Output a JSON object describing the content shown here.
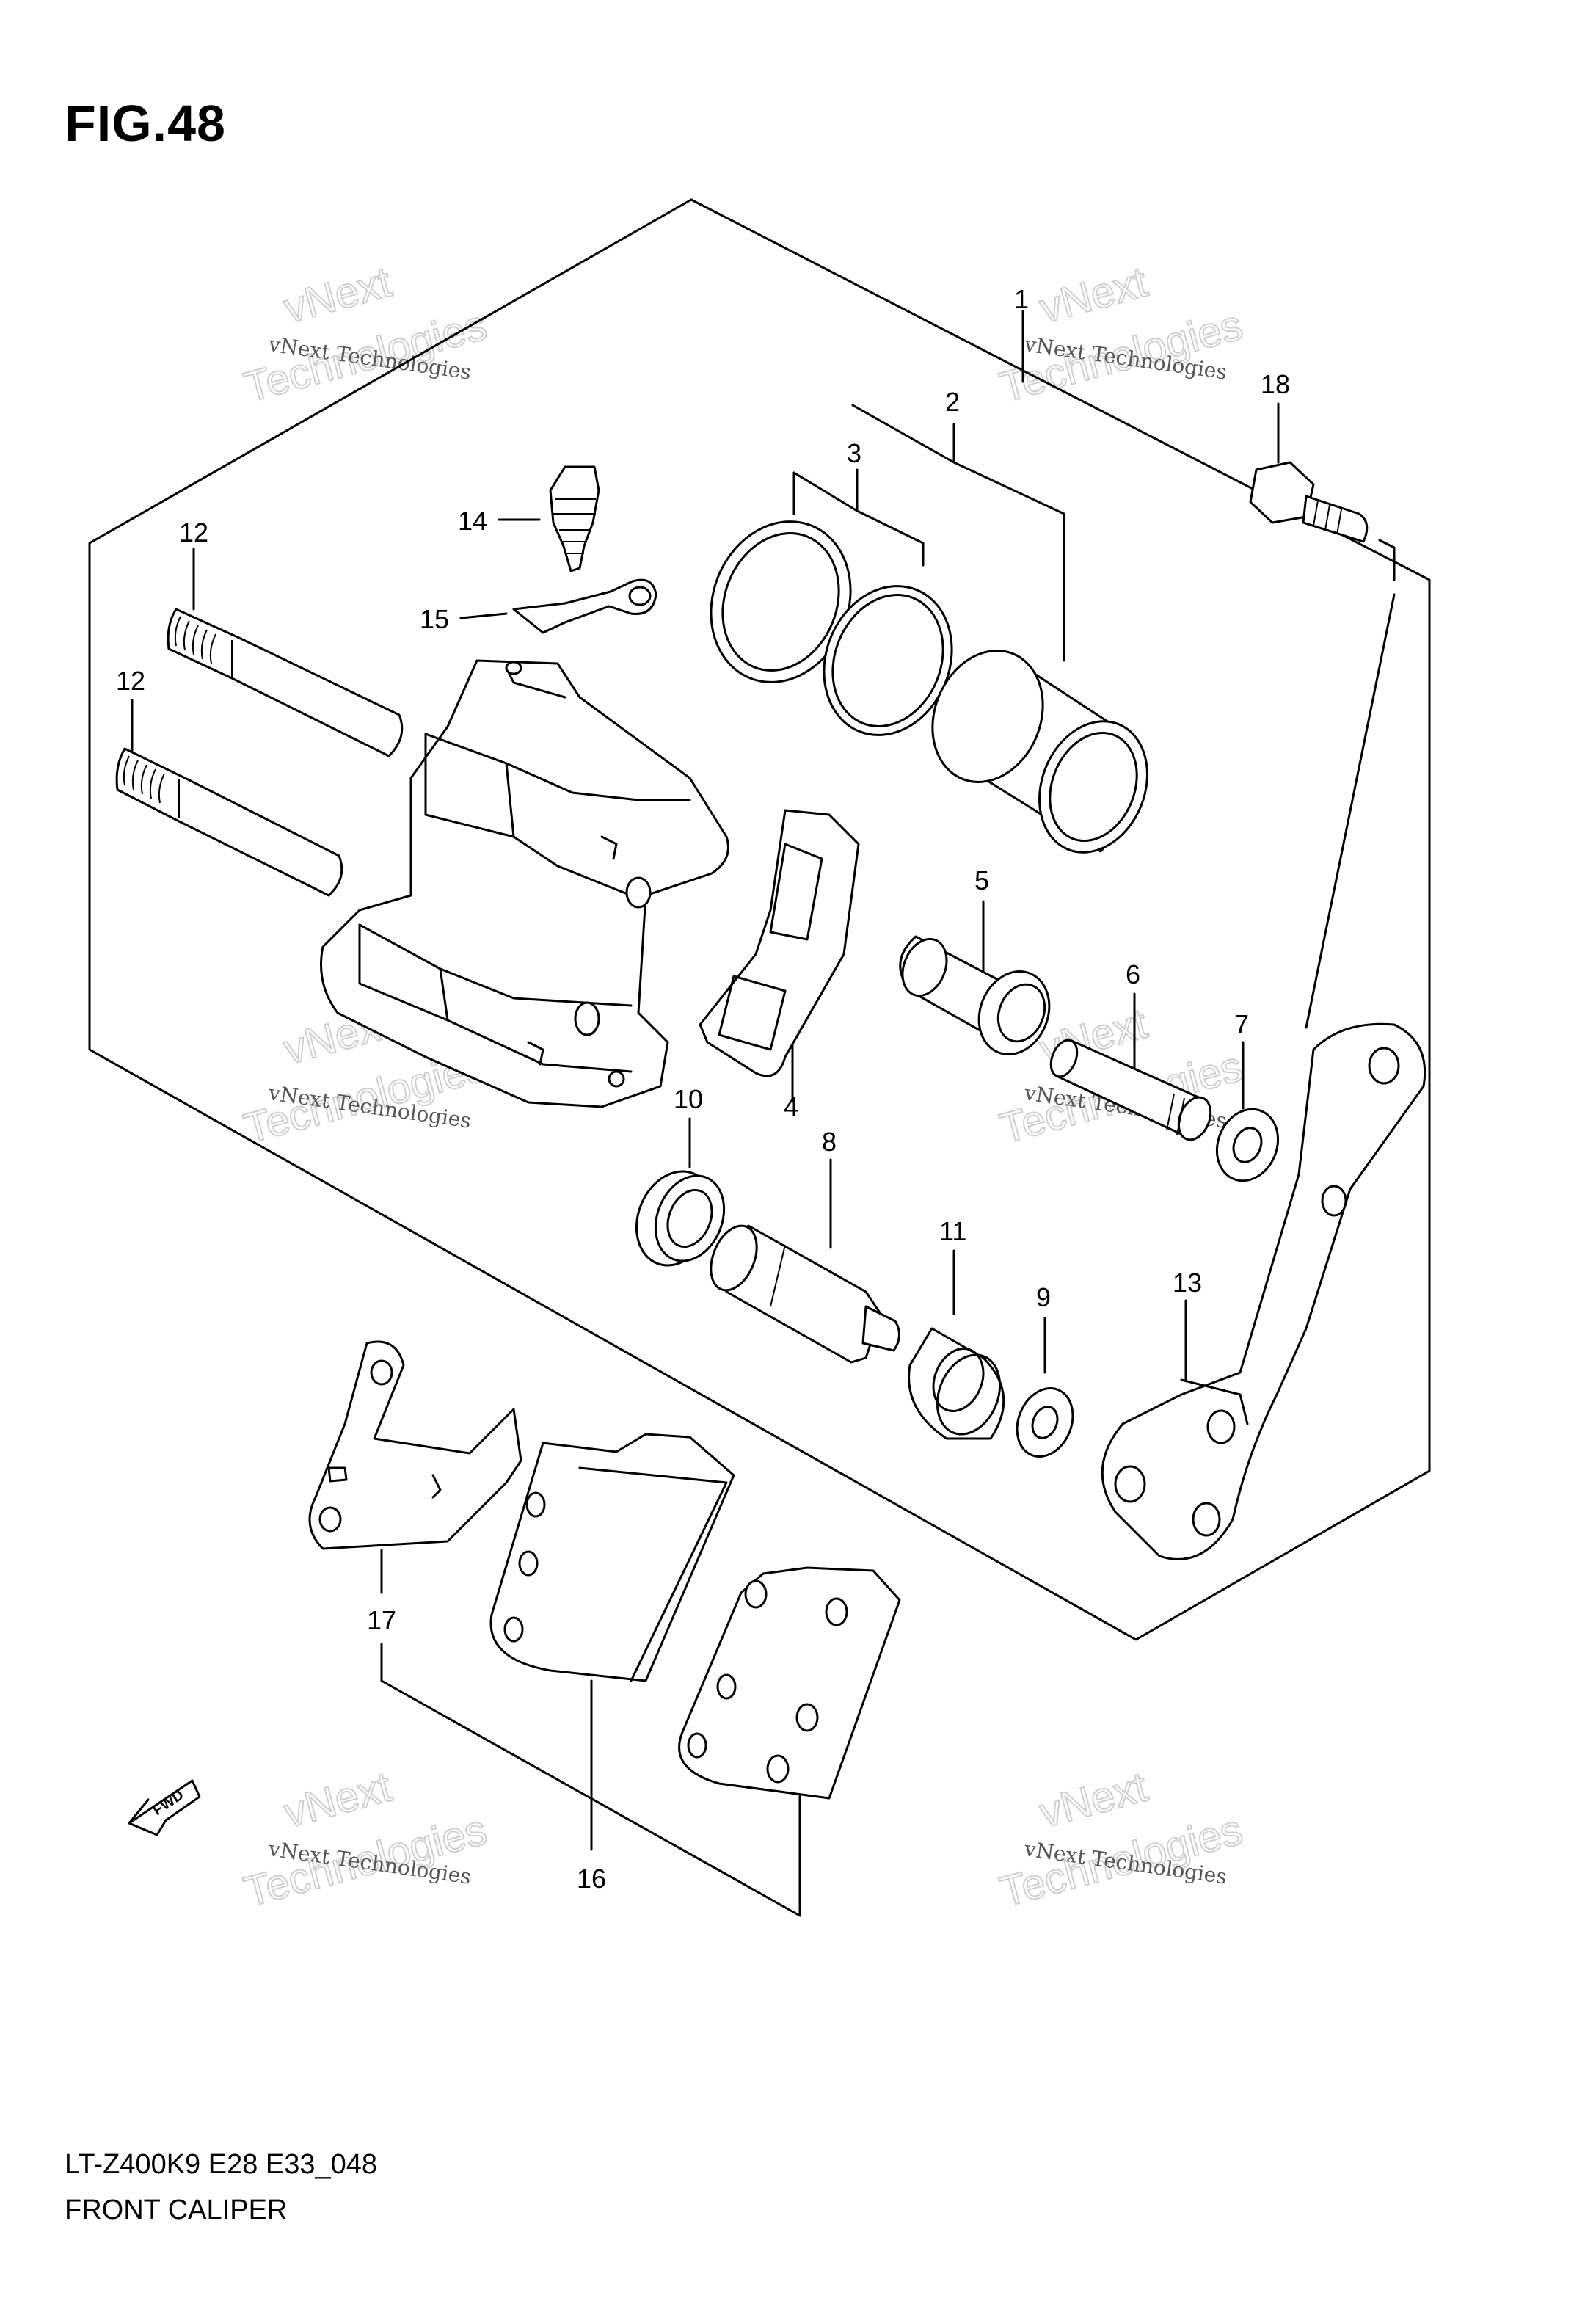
{
  "figure": {
    "title": "FIG.48",
    "model_code": "LT-Z400K9  E28 E33_048",
    "name": "FRONT CALIPER"
  },
  "callouts": [
    "1",
    "2",
    "3",
    "4",
    "5",
    "6",
    "7",
    "8",
    "9",
    "10",
    "11",
    "12",
    "12",
    "13",
    "14",
    "15",
    "16",
    "17",
    "18"
  ],
  "watermark": {
    "line1": "vNext Technologies",
    "line2": "vNext",
    "line3": "Technologies"
  },
  "fwd_label": "FWD"
}
